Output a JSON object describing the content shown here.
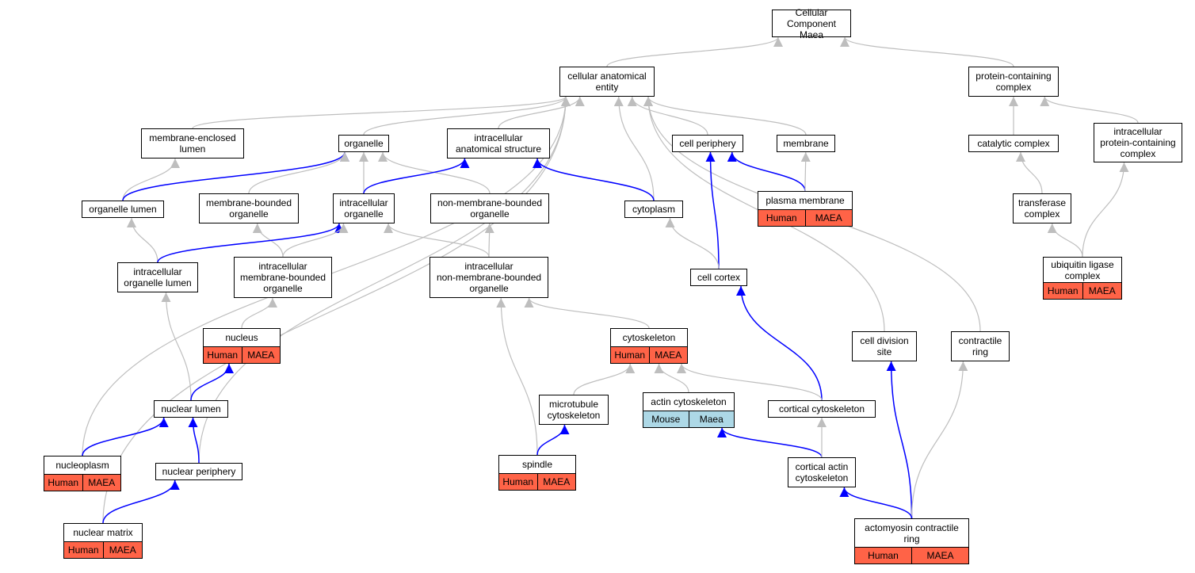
{
  "colors": {
    "gray_edge": "#bebebe",
    "blue_edge": "#0000ff",
    "human_fill": "#ff6347",
    "mouse_fill": "#add8e6"
  },
  "nodes": {
    "root": {
      "label": "Cellular Component\nMaea"
    },
    "cae": {
      "label": "cellular anatomical\nentity"
    },
    "pcc": {
      "label": "protein-containing\ncomplex"
    },
    "mel": {
      "label": "membrane-enclosed\nlumen"
    },
    "org": {
      "label": "organelle"
    },
    "ias": {
      "label": "intracellular\nanatomical structure"
    },
    "cper": {
      "label": "cell periphery"
    },
    "mem": {
      "label": "membrane"
    },
    "cat": {
      "label": "catalytic complex"
    },
    "ipcc": {
      "label": "intracellular\nprotein-containing\ncomplex"
    },
    "orglum": {
      "label": "organelle lumen"
    },
    "mbo": {
      "label": "membrane-bounded\norganelle"
    },
    "io": {
      "label": "intracellular\norganelle"
    },
    "nmbo": {
      "label": "non-membrane-bounded\norganelle"
    },
    "cyto": {
      "label": "cytoplasm"
    },
    "pm": {
      "label": "plasma membrane",
      "tags": [
        "Human",
        "MAEA"
      ]
    },
    "trans": {
      "label": "transferase\ncomplex"
    },
    "iol": {
      "label": "intracellular\norganelle lumen"
    },
    "imbo": {
      "label": "intracellular\nmembrane-bounded\norganelle"
    },
    "inmbo": {
      "label": "intracellular\nnon-membrane-bounded\norganelle"
    },
    "ccor": {
      "label": "cell cortex"
    },
    "ulc": {
      "label": "ubiquitin ligase\ncomplex",
      "tags": [
        "Human",
        "MAEA"
      ]
    },
    "nuc": {
      "label": "nucleus",
      "tags": [
        "Human",
        "MAEA"
      ]
    },
    "cysk": {
      "label": "cytoskeleton",
      "tags": [
        "Human",
        "MAEA"
      ]
    },
    "cds": {
      "label": "cell division\nsite"
    },
    "cr": {
      "label": "contractile\nring"
    },
    "nlum": {
      "label": "nuclear lumen"
    },
    "mtc": {
      "label": "microtubule\ncytoskeleton"
    },
    "acsk": {
      "label": "actin cytoskeleton",
      "tags": [
        "Mouse",
        "Maea"
      ]
    },
    "ccsk": {
      "label": "cortical cytoskeleton"
    },
    "npl": {
      "label": "nucleoplasm",
      "tags": [
        "Human",
        "MAEA"
      ]
    },
    "nper": {
      "label": "nuclear periphery"
    },
    "spin": {
      "label": "spindle",
      "tags": [
        "Human",
        "MAEA"
      ]
    },
    "cacsk": {
      "label": "cortical actin\ncytoskeleton"
    },
    "nmat": {
      "label": "nuclear matrix",
      "tags": [
        "Human",
        "MAEA"
      ]
    },
    "amcr": {
      "label": "actomyosin contractile\nring",
      "tags": [
        "Human",
        "MAEA"
      ]
    }
  },
  "edges": [
    {
      "from": "cae",
      "to": "root",
      "color": "gray"
    },
    {
      "from": "pcc",
      "to": "root",
      "color": "gray"
    },
    {
      "from": "mel",
      "to": "cae",
      "color": "gray"
    },
    {
      "from": "org",
      "to": "cae",
      "color": "gray"
    },
    {
      "from": "ias",
      "to": "cae",
      "color": "gray"
    },
    {
      "from": "cper",
      "to": "cae",
      "color": "gray"
    },
    {
      "from": "mem",
      "to": "cae",
      "color": "gray"
    },
    {
      "from": "cyto",
      "to": "cae",
      "color": "gray"
    },
    {
      "from": "npl",
      "to": "cae",
      "color": "gray"
    },
    {
      "from": "nmat",
      "to": "cae",
      "color": "gray"
    },
    {
      "from": "nper",
      "to": "cae",
      "color": "gray"
    },
    {
      "from": "cds",
      "to": "cae",
      "color": "gray"
    },
    {
      "from": "cr",
      "to": "cae",
      "color": "gray"
    },
    {
      "from": "cat",
      "to": "pcc",
      "color": "gray"
    },
    {
      "from": "ipcc",
      "to": "pcc",
      "color": "gray"
    },
    {
      "from": "orglum",
      "to": "mel",
      "color": "gray"
    },
    {
      "from": "orglum",
      "to": "org",
      "color": "blue"
    },
    {
      "from": "mbo",
      "to": "org",
      "color": "gray"
    },
    {
      "from": "io",
      "to": "org",
      "color": "gray"
    },
    {
      "from": "nmbo",
      "to": "org",
      "color": "gray"
    },
    {
      "from": "io",
      "to": "ias",
      "color": "blue"
    },
    {
      "from": "cyto",
      "to": "ias",
      "color": "blue"
    },
    {
      "from": "pm",
      "to": "cper",
      "color": "blue"
    },
    {
      "from": "ccor",
      "to": "cper",
      "color": "blue"
    },
    {
      "from": "pm",
      "to": "mem",
      "color": "gray"
    },
    {
      "from": "trans",
      "to": "cat",
      "color": "gray"
    },
    {
      "from": "ulc",
      "to": "ipcc",
      "color": "gray"
    },
    {
      "from": "iol",
      "to": "orglum",
      "color": "gray"
    },
    {
      "from": "imbo",
      "to": "mbo",
      "color": "gray"
    },
    {
      "from": "iol",
      "to": "io",
      "color": "blue"
    },
    {
      "from": "imbo",
      "to": "io",
      "color": "gray"
    },
    {
      "from": "inmbo",
      "to": "io",
      "color": "gray"
    },
    {
      "from": "inmbo",
      "to": "nmbo",
      "color": "gray"
    },
    {
      "from": "ccor",
      "to": "cyto",
      "color": "gray"
    },
    {
      "from": "ulc",
      "to": "trans",
      "color": "gray"
    },
    {
      "from": "nlum",
      "to": "iol",
      "color": "gray"
    },
    {
      "from": "nuc",
      "to": "imbo",
      "color": "gray"
    },
    {
      "from": "cysk",
      "to": "inmbo",
      "color": "gray"
    },
    {
      "from": "spin",
      "to": "inmbo",
      "color": "gray"
    },
    {
      "from": "ccsk",
      "to": "ccor",
      "color": "blue"
    },
    {
      "from": "nlum",
      "to": "nuc",
      "color": "blue"
    },
    {
      "from": "mtc",
      "to": "cysk",
      "color": "gray"
    },
    {
      "from": "acsk",
      "to": "cysk",
      "color": "gray"
    },
    {
      "from": "ccsk",
      "to": "cysk",
      "color": "gray"
    },
    {
      "from": "amcr",
      "to": "cds",
      "color": "blue"
    },
    {
      "from": "amcr",
      "to": "cr",
      "color": "gray"
    },
    {
      "from": "npl",
      "to": "nlum",
      "color": "blue"
    },
    {
      "from": "nper",
      "to": "nlum",
      "color": "blue"
    },
    {
      "from": "spin",
      "to": "mtc",
      "color": "blue"
    },
    {
      "from": "cacsk",
      "to": "acsk",
      "color": "blue"
    },
    {
      "from": "cacsk",
      "to": "ccsk",
      "color": "gray"
    },
    {
      "from": "nmat",
      "to": "nper",
      "color": "blue"
    },
    {
      "from": "amcr",
      "to": "cacsk",
      "color": "blue"
    }
  ]
}
